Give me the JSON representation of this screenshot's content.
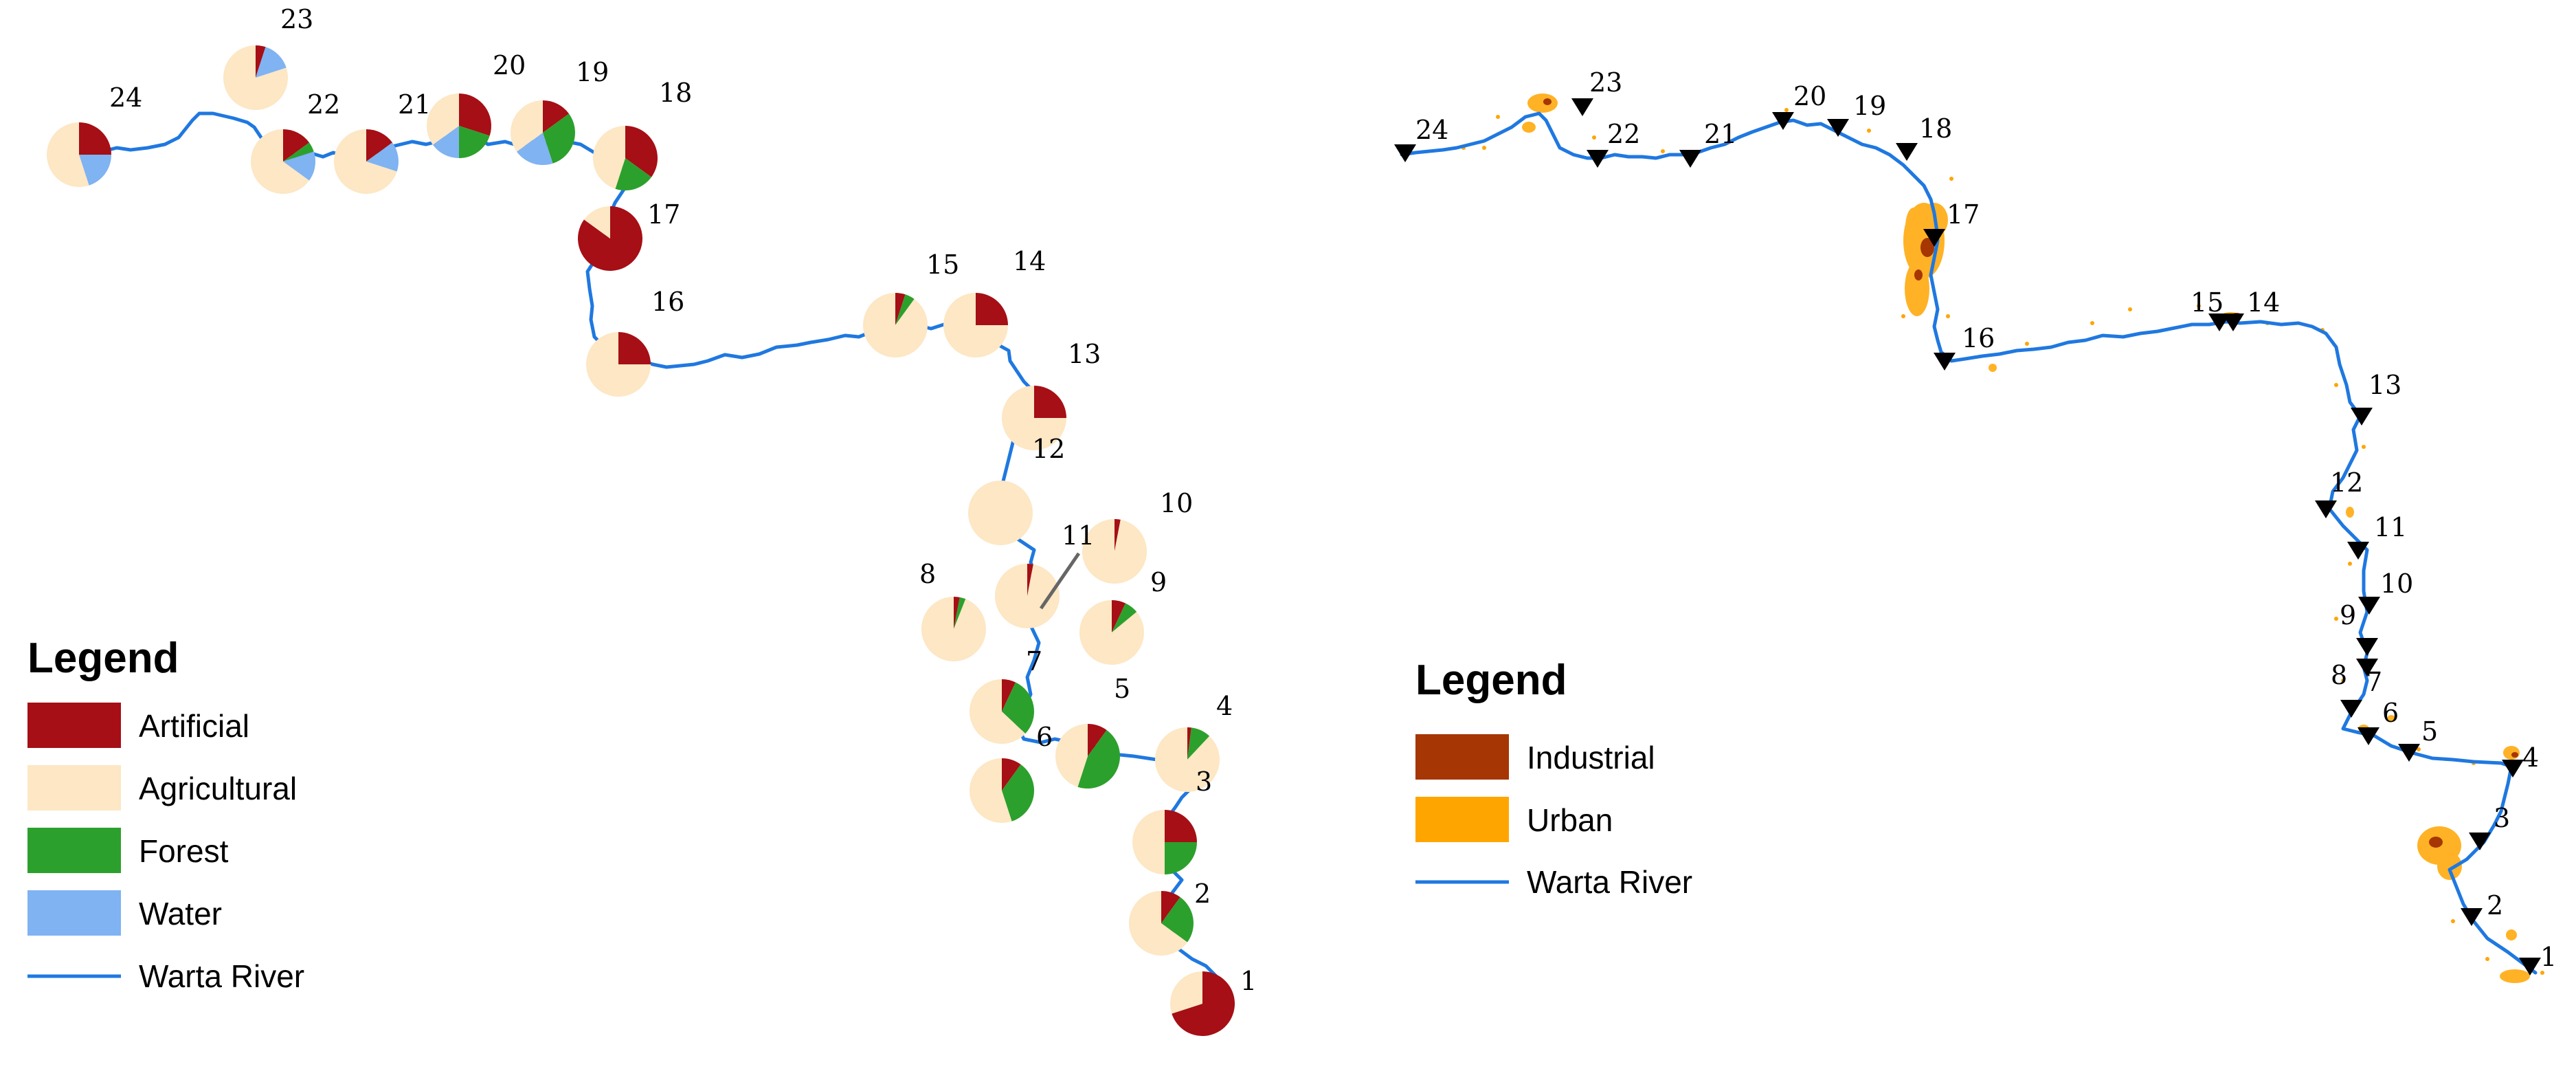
{
  "left_panel": {
    "legend": {
      "title": "Legend",
      "items": [
        {
          "key": "artificial",
          "label": "Artificial",
          "color": "#A50F15"
        },
        {
          "key": "agricultural",
          "label": "Agricultural",
          "color": "#FDE7C4"
        },
        {
          "key": "forest",
          "label": "Forest",
          "color": "#2CA02C"
        },
        {
          "key": "water",
          "label": "Water",
          "color": "#7FB3F2"
        },
        {
          "key": "river",
          "label": "Warta River",
          "color": "#1F78E0"
        }
      ]
    },
    "stations": [
      {
        "id": "1",
        "artificial": 0.7,
        "forest": 0.0,
        "water": 0.0
      },
      {
        "id": "2",
        "artificial": 0.1,
        "forest": 0.25,
        "water": 0.0
      },
      {
        "id": "3",
        "artificial": 0.25,
        "forest": 0.25,
        "water": 0.0
      },
      {
        "id": "4",
        "artificial": 0.02,
        "forest": 0.1,
        "water": 0.0
      },
      {
        "id": "5",
        "artificial": 0.1,
        "forest": 0.45,
        "water": 0.0
      },
      {
        "id": "6",
        "artificial": 0.1,
        "forest": 0.35,
        "water": 0.0
      },
      {
        "id": "7",
        "artificial": 0.07,
        "forest": 0.3,
        "water": 0.0
      },
      {
        "id": "8",
        "artificial": 0.03,
        "forest": 0.03,
        "water": 0.0
      },
      {
        "id": "9",
        "artificial": 0.07,
        "forest": 0.07,
        "water": 0.0
      },
      {
        "id": "10",
        "artificial": 0.03,
        "forest": 0.0,
        "water": 0.0
      },
      {
        "id": "11",
        "artificial": 0.03,
        "forest": 0.0,
        "water": 0.0
      },
      {
        "id": "12",
        "artificial": 0.0,
        "forest": 0.0,
        "water": 0.0
      },
      {
        "id": "13",
        "artificial": 0.25,
        "forest": 0.0,
        "water": 0.0
      },
      {
        "id": "14",
        "artificial": 0.25,
        "forest": 0.0,
        "water": 0.0
      },
      {
        "id": "15",
        "artificial": 0.05,
        "forest": 0.05,
        "water": 0.0
      },
      {
        "id": "16",
        "artificial": 0.25,
        "forest": 0.0,
        "water": 0.0
      },
      {
        "id": "17",
        "artificial": 0.85,
        "forest": 0.0,
        "water": 0.0
      },
      {
        "id": "18",
        "artificial": 0.35,
        "forest": 0.2,
        "water": 0.0
      },
      {
        "id": "19",
        "artificial": 0.15,
        "forest": 0.3,
        "water": 0.2
      },
      {
        "id": "20",
        "artificial": 0.3,
        "forest": 0.2,
        "water": 0.15
      },
      {
        "id": "21",
        "artificial": 0.15,
        "forest": 0.0,
        "water": 0.15
      },
      {
        "id": "22",
        "artificial": 0.15,
        "forest": 0.05,
        "water": 0.15
      },
      {
        "id": "23",
        "artificial": 0.05,
        "forest": 0.0,
        "water": 0.15
      },
      {
        "id": "24",
        "artificial": 0.25,
        "forest": 0.0,
        "water": 0.2
      }
    ]
  },
  "right_panel": {
    "legend": {
      "title": "Legend",
      "items": [
        {
          "key": "industrial",
          "label": "Industrial",
          "color": "#A63603"
        },
        {
          "key": "urban",
          "label": "Urban",
          "color": "#FFA500"
        },
        {
          "key": "river",
          "label": "Warta River",
          "color": "#1F78E0"
        }
      ]
    },
    "stations": [
      "1",
      "2",
      "3",
      "4",
      "5",
      "6",
      "7",
      "8",
      "9",
      "10",
      "11",
      "12",
      "13",
      "14",
      "15",
      "16",
      "17",
      "18",
      "19",
      "20",
      "21",
      "22",
      "23",
      "24"
    ]
  }
}
